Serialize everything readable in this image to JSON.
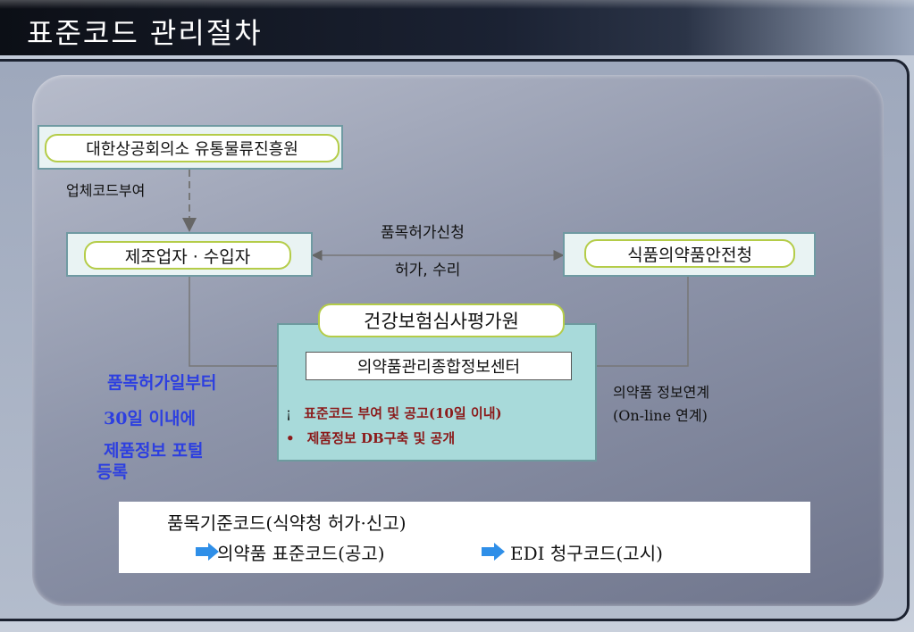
{
  "title": "표준코드 관리절차",
  "nodes": {
    "chamber": "대한상공회의소 유통물류진흥원",
    "maker": "제조업자 · 수입자",
    "kfda": "식품의약품안전청",
    "hira": "건강보험심사평가원",
    "center": "의약품관리종합정보센터"
  },
  "edges": {
    "company_code": "업체코드부여",
    "license_apply": "품목허가신청",
    "license_grant": "허가, 수리",
    "info_link_1": "의약품 정보연계",
    "info_link_2": "(On-line 연계)"
  },
  "center_items": [
    {
      "bullet": "¡",
      "text": "표준코드 부여 및 공고(10일 이내)"
    },
    {
      "bullet": "•",
      "text": "제품정보 DB구축 및 공개"
    }
  ],
  "side_note": [
    "품목허가일부터",
    "30일 이내에",
    "제품정보 포털",
    "등록"
  ],
  "bottom": {
    "line1": "품목기준코드(식약청 허가·신고)",
    "step1": "의약품 표준코드(공고)",
    "step2": "EDI 청구코드(고시)"
  },
  "colors": {
    "pill_border": "#b4cc48",
    "box_border": "#6f9aa2",
    "box_fill": "#e9f3f3",
    "red_text": "#8b1a1a",
    "blue_text": "#2d3fe0",
    "arrow_blue": "#2f8fe8"
  }
}
